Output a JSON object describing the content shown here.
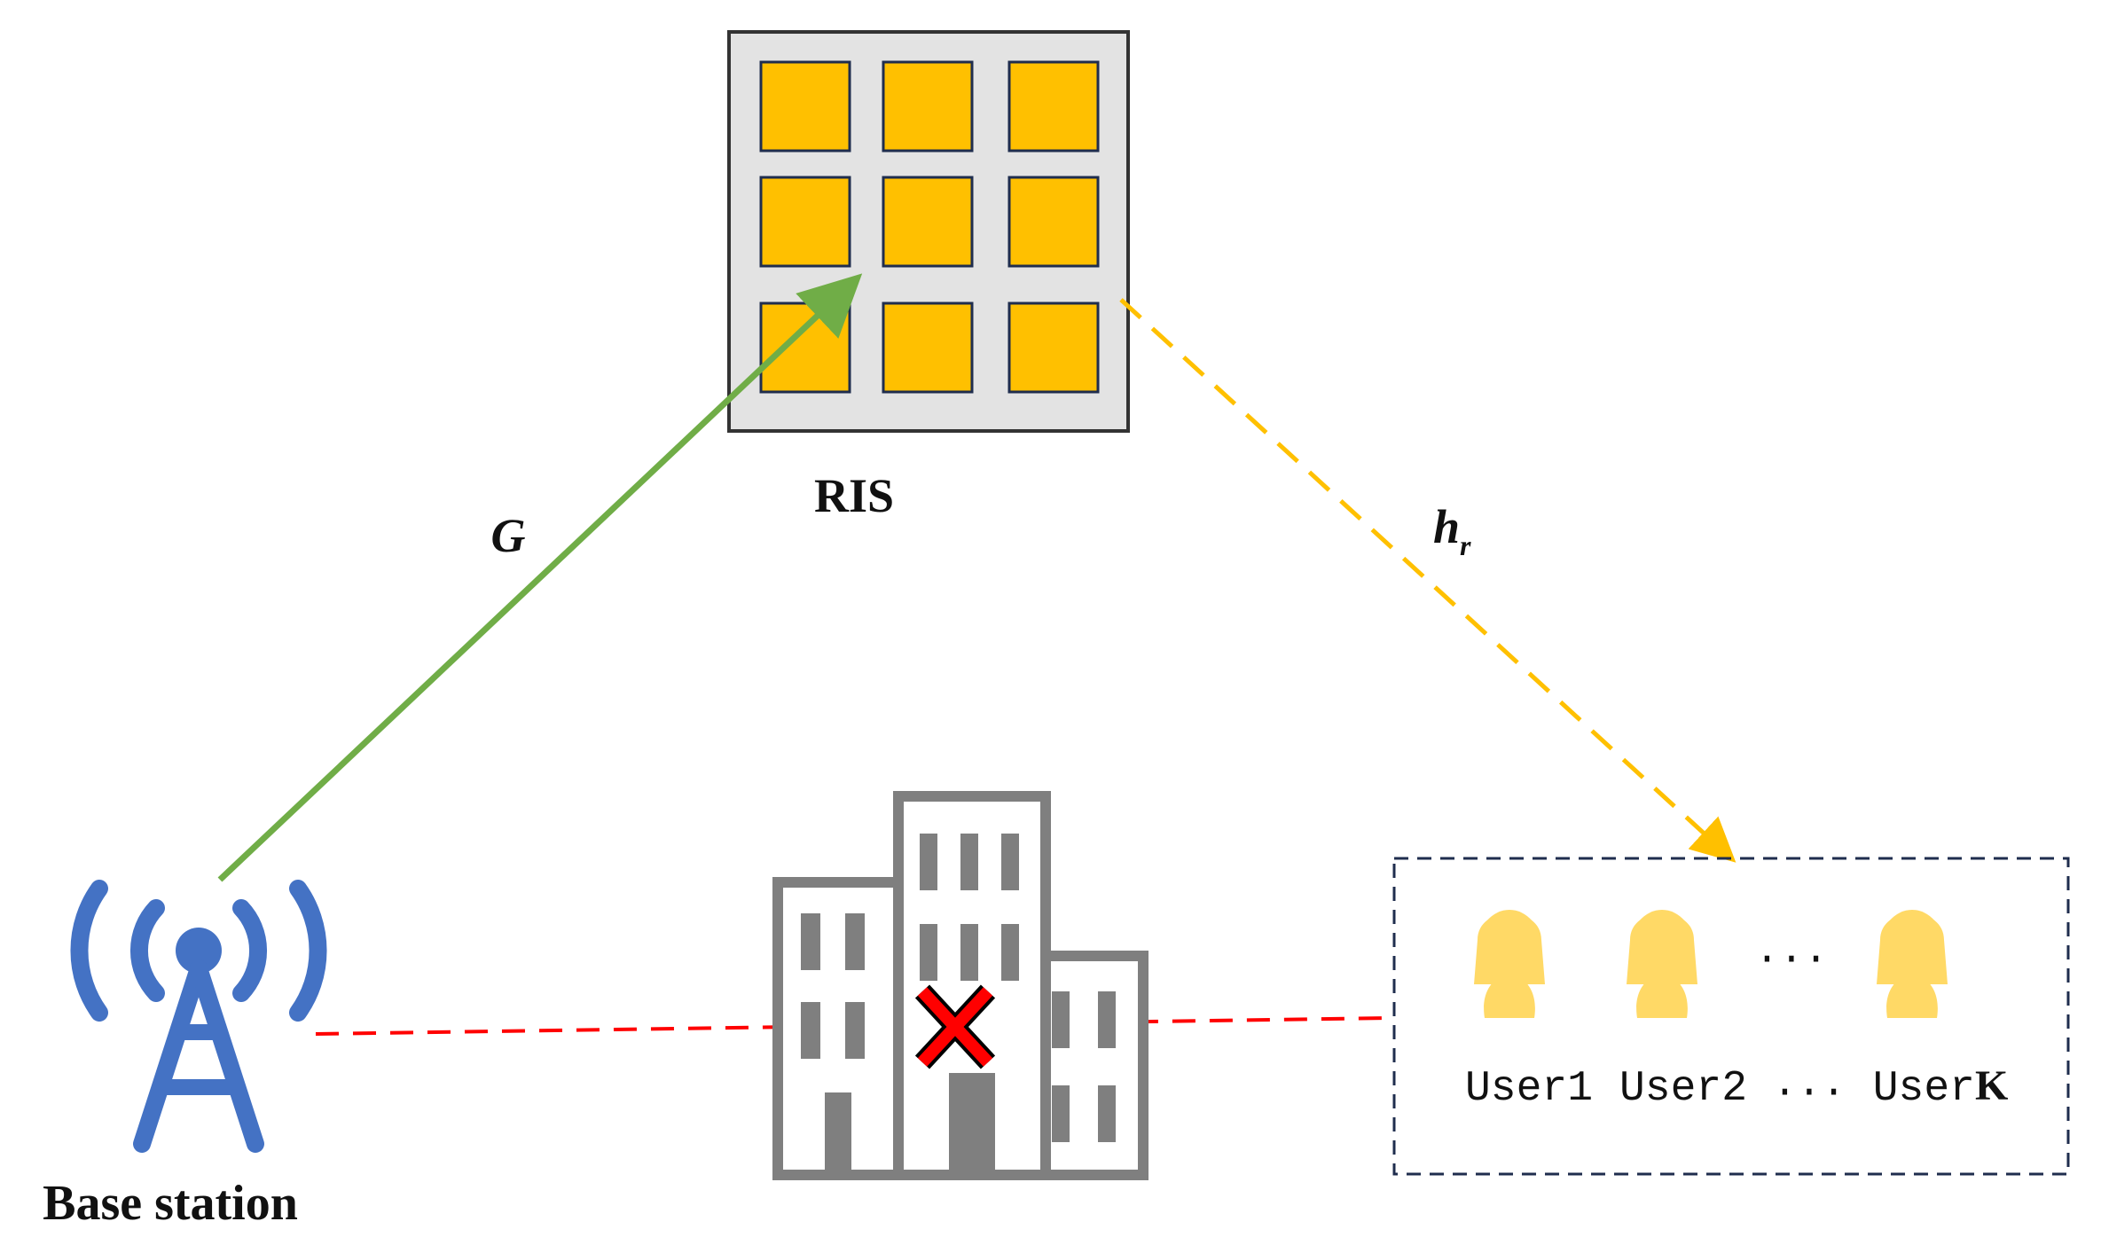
{
  "labels": {
    "ris": "RIS",
    "base_station": "Base station",
    "channel_g": "G",
    "channel_hr_main": "h",
    "channel_hr_sub": "r",
    "ellipsis_top": "···",
    "ellipsis_bottom": "···"
  },
  "users": [
    {
      "prefix": "User",
      "suffix": "1"
    },
    {
      "prefix": "User",
      "suffix": "2"
    },
    {
      "prefix": "User",
      "suffix": "K"
    }
  ],
  "colors": {
    "ris_panel": "#e3e3e3",
    "ris_element": "#ffc000",
    "tower": "#4472c4",
    "link_g": "#70ad47",
    "link_hr": "#ffc000",
    "link_blocked": "#ff0000",
    "building": "#7f7f7f",
    "user_icon": "#ffd966",
    "user_box_border": "#1f2d4e"
  },
  "icons": [
    "antenna-tower-icon",
    "building-icon",
    "blocked-x-icon",
    "user-icon"
  ]
}
